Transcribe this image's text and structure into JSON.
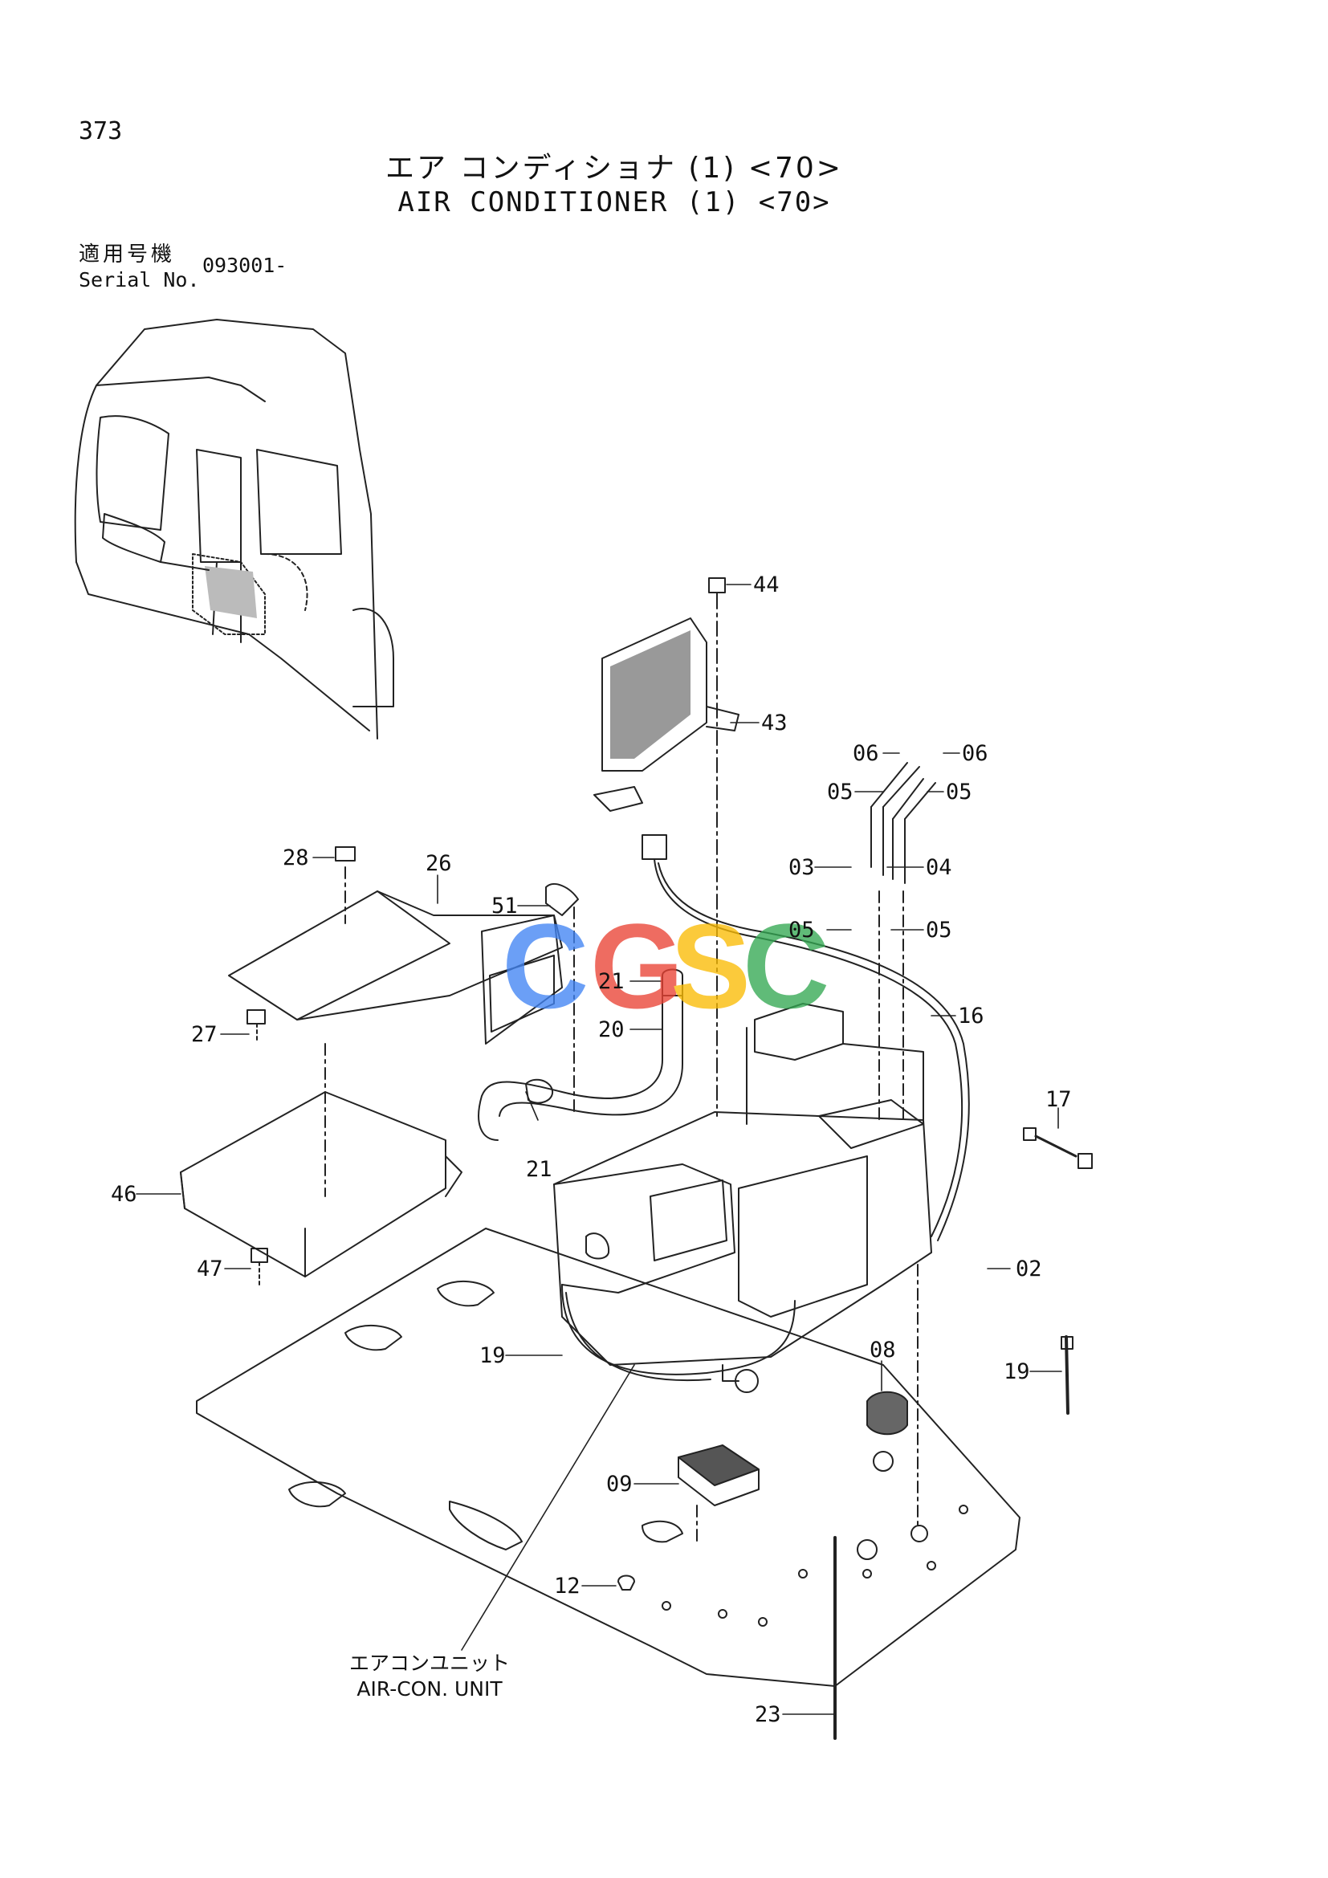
{
  "header": {
    "page_number": "373",
    "title_ja": "エア コンディショナ (1) <70>",
    "title_en": "AIR CONDITIONER (1) <70>",
    "serial_label_ja": "適用号機",
    "serial_label_en": "Serial No.",
    "serial_value": "093001-"
  },
  "unit_label": {
    "ja": "エアコンユニット",
    "en": "AIR-CON. UNIT"
  },
  "watermark": {
    "text": "CGSC",
    "colors": [
      "#4285F4",
      "#EA4335",
      "#FBBC05",
      "#34A853"
    ]
  },
  "callouts": {
    "c44": "44",
    "c43": "43",
    "c06a": "06",
    "c06b": "06",
    "c05a": "05",
    "c05b": "05",
    "c03": "03",
    "c04": "04",
    "c05c": "05",
    "c05d": "05",
    "c28": "28",
    "c26": "26",
    "c51": "51",
    "c21a": "21",
    "c20": "20",
    "c16": "16",
    "c27": "27",
    "c17": "17",
    "c21b": "21",
    "c46": "46",
    "c47": "47",
    "c02": "02",
    "c19a": "19",
    "c08": "08",
    "c19b": "19",
    "c09": "09",
    "c12": "12",
    "c23": "23"
  }
}
